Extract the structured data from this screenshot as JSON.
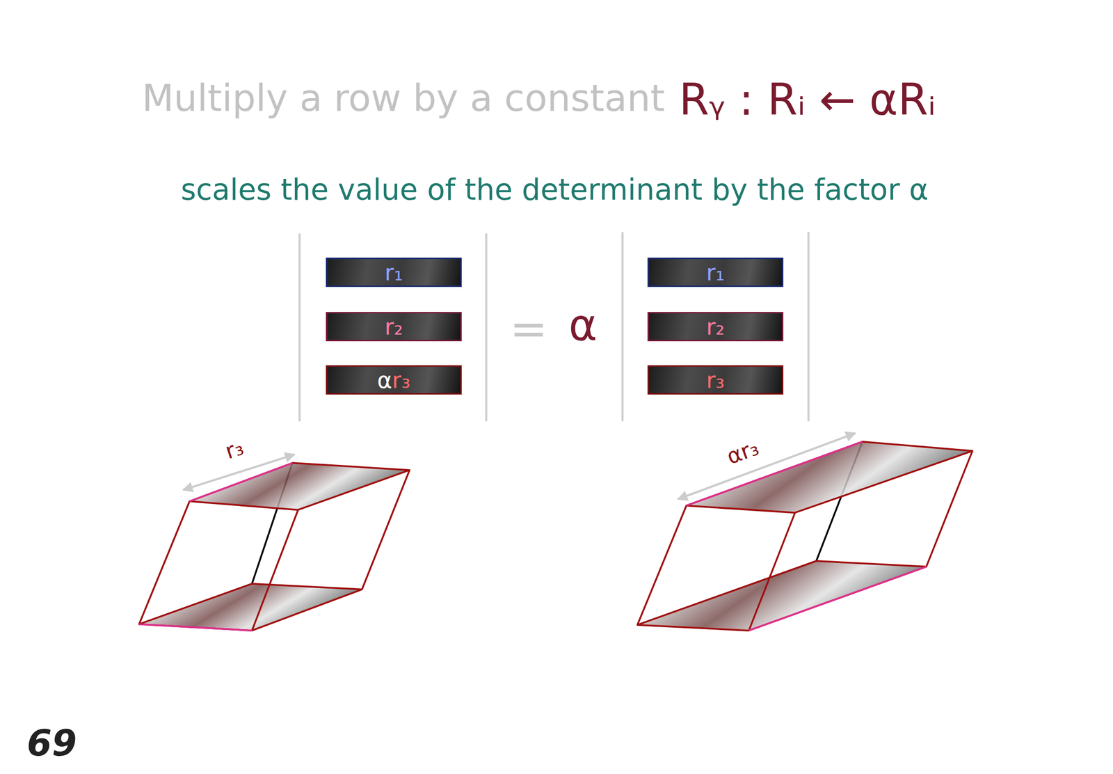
{
  "diagram": {
    "title": "Multiply a row by a constant",
    "nodes": [
      {
        "text": [
          "r₁"
        ]
      },
      {
        "text": [
          "r₂"
        ]
      },
      {
        "text": [
          "αr₃"
        ]
      },
      {
        "text": [
          "r₁"
        ]
      },
      {
        "text": [
          "r₂"
        ]
      },
      {
        "text": [
          "r₃"
        ]
      }
    ],
    "labels": [
      "Rᵧ : Rᵢ ← αRᵢ",
      "scales the value of the determinant by the factor α",
      "=",
      "α",
      "r₃",
      "αr₃",
      "69"
    ]
  }
}
